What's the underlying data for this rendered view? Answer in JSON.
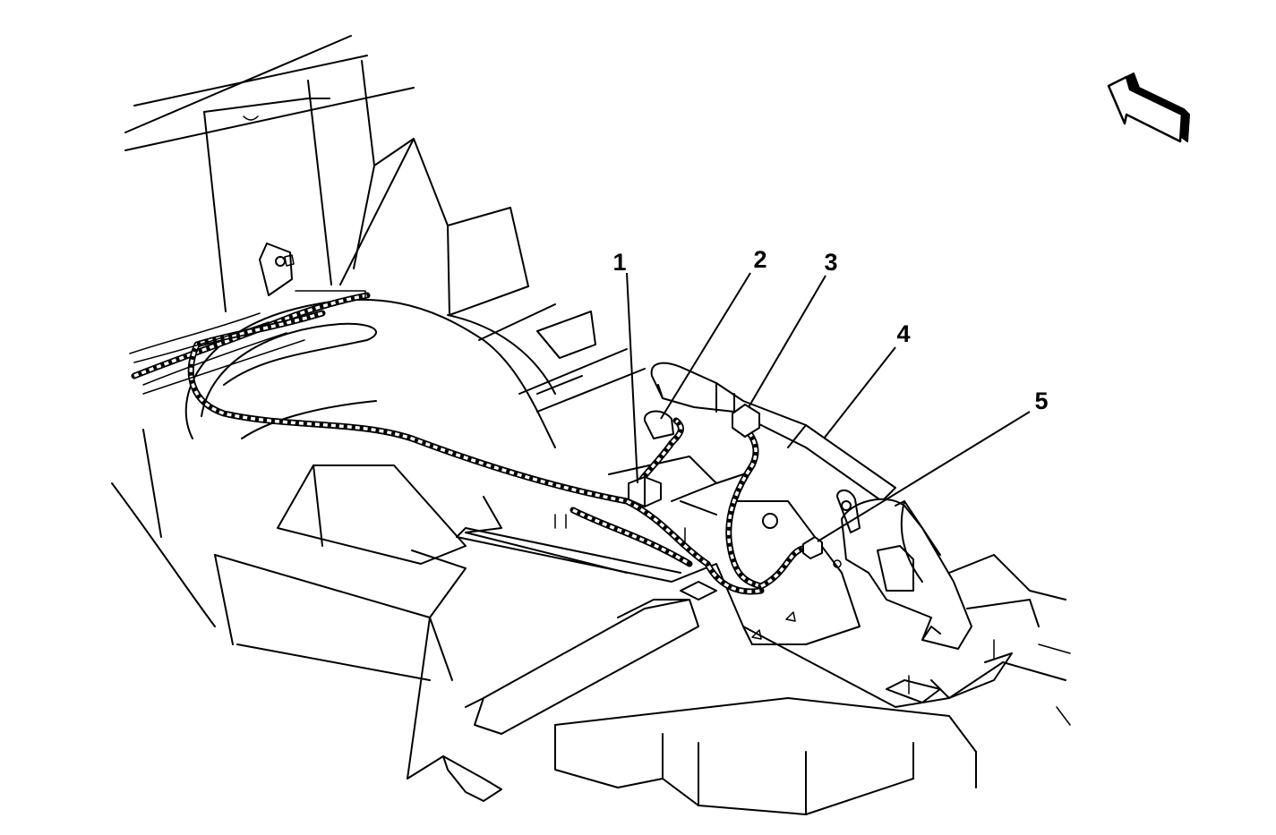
{
  "callouts": [
    {
      "label": "1"
    },
    {
      "label": "2"
    },
    {
      "label": "3"
    },
    {
      "label": "4"
    },
    {
      "label": "5"
    }
  ],
  "icons": {
    "direction_arrow": "arrow-up-left-icon"
  }
}
